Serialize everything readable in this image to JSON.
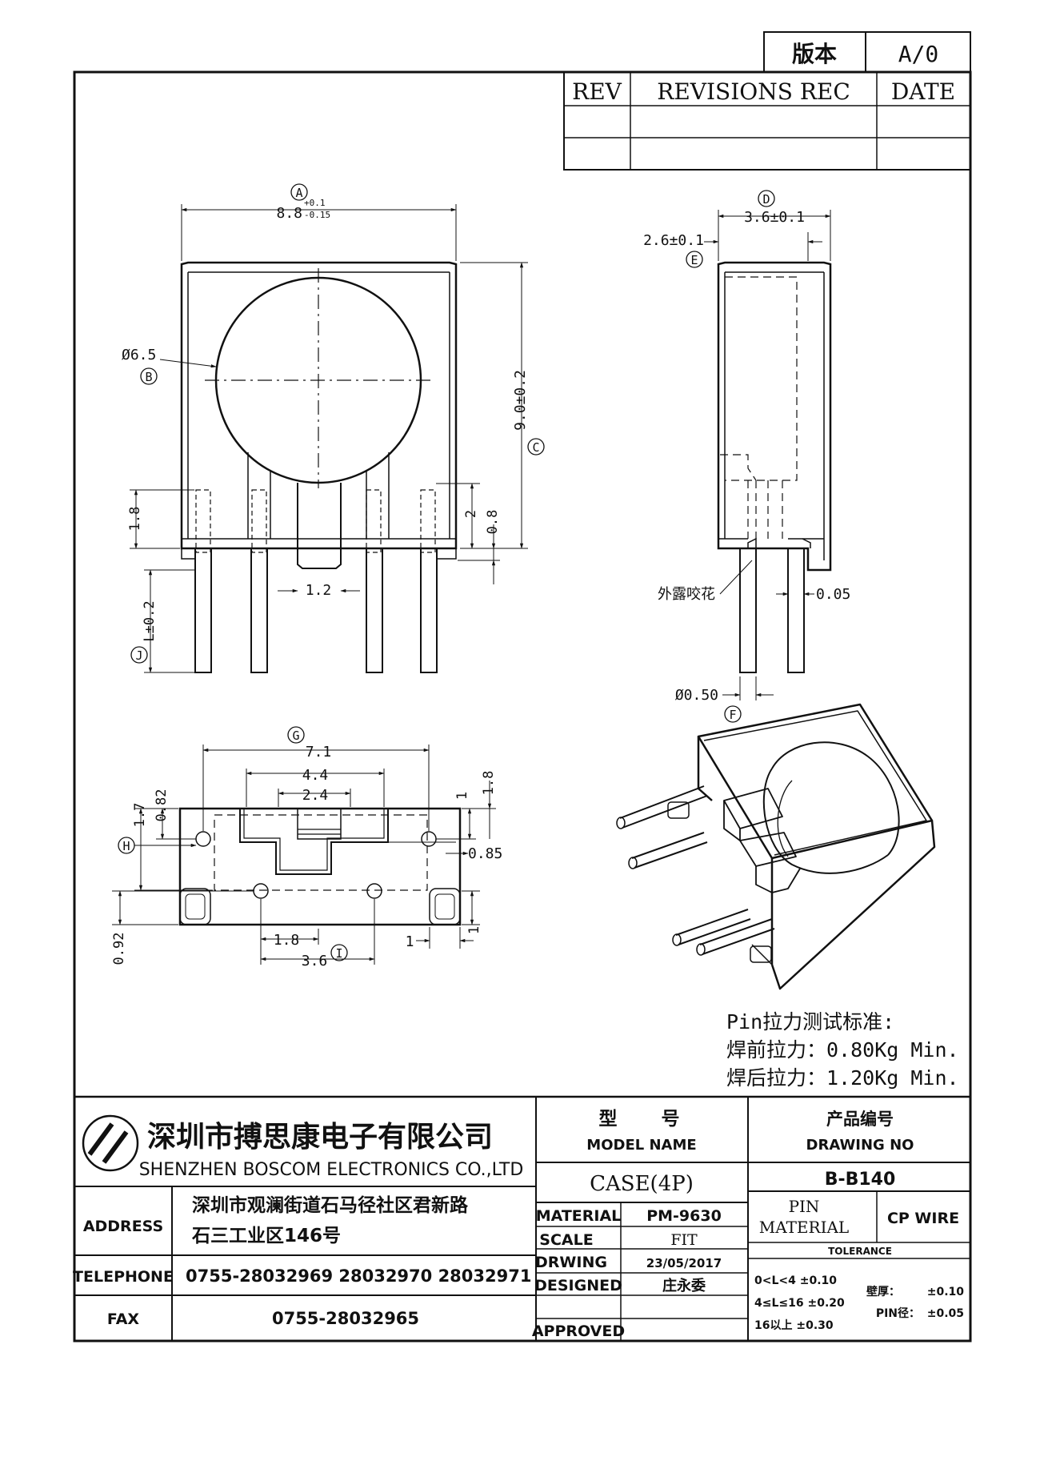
{
  "version_box": {
    "label": "版本",
    "value": "A/0"
  },
  "rev_table": {
    "rev": "REV",
    "revisions_rec": "REVISIONS REC",
    "date": "DATE"
  },
  "front_view": {
    "dim_a_tag": "A",
    "dim_a_value": "8.8",
    "dim_a_tol_plus": "+0.1",
    "dim_a_tol_minus": "-0.15",
    "dim_b_tag": "B",
    "dim_b_value": "Ø6.5",
    "dim_c_tag": "C",
    "dim_c_value": "9.0±0.2",
    "dim_18": "1.8",
    "dim_2": "2",
    "dim_08": "0.8",
    "dim_12": "1.2",
    "dim_j_tag": "J",
    "dim_j_value": "L±0.2"
  },
  "side_view": {
    "dim_d_tag": "D",
    "dim_d_value": "3.6±0.1",
    "dim_e_tag": "E",
    "dim_e_value": "2.6±0.1",
    "note_knurl": "外露咬花",
    "dim_005": "0.05",
    "dim_f_tag": "F",
    "dim_f_value": "Ø0.50"
  },
  "bottom_view": {
    "dim_g_tag": "G",
    "dim_g_value": "7.1",
    "dim_44": "4.4",
    "dim_24": "2.4",
    "dim_17": "1.7",
    "dim_082": "0.82",
    "dim_1a": "1",
    "dim_18": "1.8",
    "dim_h_tag": "H",
    "dim_085": "0.85",
    "dim_092": "0.92",
    "dim_18b": "1.8",
    "dim_1b": "1",
    "dim_36": "3.6",
    "dim_i_tag": "I",
    "dim_1c": "1"
  },
  "pin_standard": {
    "title": "Pin拉力测试标准:",
    "before": "焊前拉力：0.80Kg Min.",
    "after": "焊后拉力：1.20Kg Min."
  },
  "company": {
    "name_cn": "深圳市搏思康电子有限公司",
    "name_en": "SHENZHEN BOSCOM ELECTRONICS CO.,LTD",
    "address_label": "ADDRESS",
    "address_line1": "深圳市观澜街道石马径社区君新路",
    "address_line2": "石三工业区146号",
    "telephone_label": "TELEPHONE",
    "telephone": "0755-28032969 28032970 28032971",
    "fax_label": "FAX",
    "fax": "0755-28032965"
  },
  "title_block": {
    "model_cn_1": "型",
    "model_cn_2": "号",
    "model_en": "MODEL NAME",
    "model_value": "CASE(4P)",
    "drawing_cn": "产品编号",
    "drawing_en": "DRAWING NO",
    "drawing_value": "B-B140",
    "material_label": "MATERIAL",
    "material_value": "PM-9630",
    "scale_label": "SCALE",
    "scale_value": "FIT",
    "drwing_label": "DRWING",
    "drwing_value": "23/05/2017",
    "designed_label": "DESIGNED",
    "designed_value": "庄永委",
    "approved_label": "APPROVED",
    "approved_value": "",
    "pin_label_1": "PIN",
    "pin_label_2": "MATERIAL",
    "pin_value": "CP WIRE",
    "tolerance_label": "TOLERANCE",
    "tol_1": "0<L<4    ±0.10",
    "tol_2": "4≤L≤16  ±0.20",
    "tol_3": "16以上      ±0.30",
    "wall_label": "壁厚：",
    "wall_value": "±0.10",
    "pindia_label": "PIN径：",
    "pindia_value": "±0.05"
  }
}
